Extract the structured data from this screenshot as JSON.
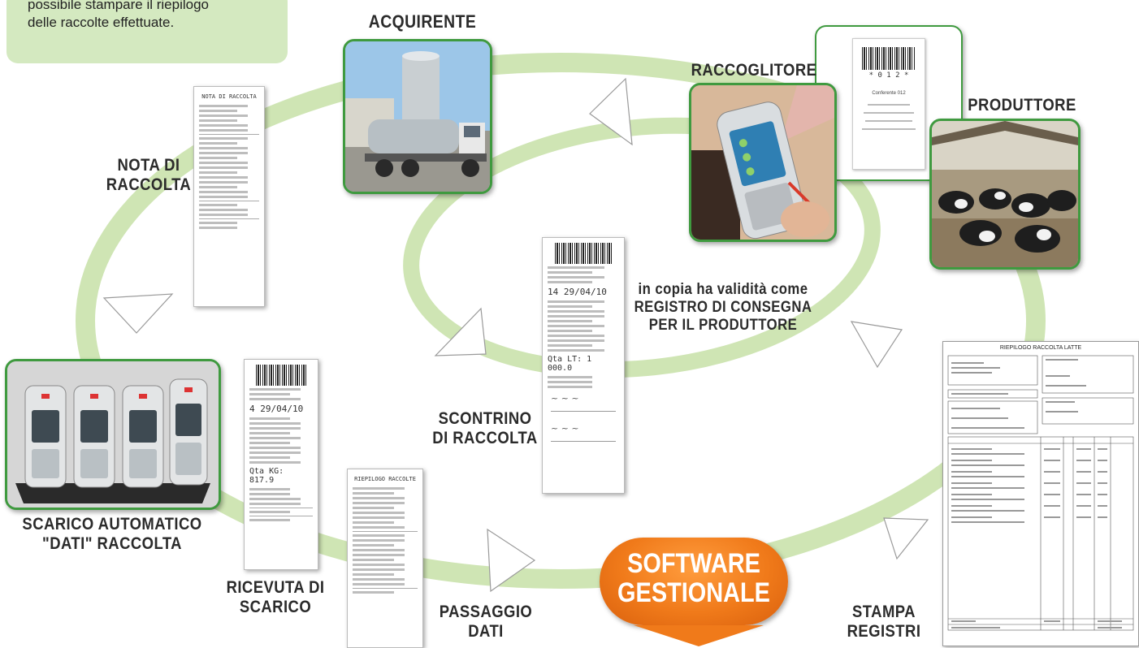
{
  "info_box": {
    "line1": "possibile  stampare  il  riepilogo",
    "line2": "delle raccolte effettuate."
  },
  "labels": {
    "acquirente": "ACQUIRENTE",
    "raccoglitore": "RACCOGLITORE",
    "produttore": "PRODUTTORE",
    "nota_line1": "NOTA DI",
    "nota_line2": "RACCOLTA",
    "copia_line1": "in copia ha validità come",
    "copia_line2": "REGISTRO DI CONSEGNA",
    "copia_line3": "PER IL PRODUTTORE",
    "scontrino_line1": "SCONTRINO",
    "scontrino_line2": "DI RACCOLTA",
    "scarico_line1": "SCARICO AUTOMATICO",
    "scarico_line2": "\"DATI\" RACCOLTA",
    "ricevuta_line1": "RICEVUTA DI",
    "ricevuta_line2": "SCARICO",
    "passaggio_line1": "PASSAGGIO",
    "passaggio_line2": "DATI",
    "stampa_line1": "STAMPA",
    "stampa_line2": "REGISTRI"
  },
  "software": {
    "line1": "SOFTWARE",
    "line2": "GESTIONALE"
  },
  "receipts": {
    "nota_title": "NOTA DI RACCOLTA",
    "riepilogo_title": "RIEPILOGO RACCOLTE",
    "scontrino_date": "14  29/04/10",
    "scontrino_qty": "Qta LT:   1 000.0",
    "ricevuta_date": "4  29/04/10",
    "ricevuta_qty": "Qta KG:    817.9"
  },
  "label_tag": {
    "code": "* 0 1 2 *",
    "name": "Conferente 012"
  },
  "report": {
    "title": "RIEPILOGO RACCOLTA LATTE"
  },
  "colors": {
    "ring": "#cfe5b4",
    "accent_green": "#3f9a3f",
    "orange": "#f07a1a",
    "info_bg": "#d4e9c0"
  }
}
